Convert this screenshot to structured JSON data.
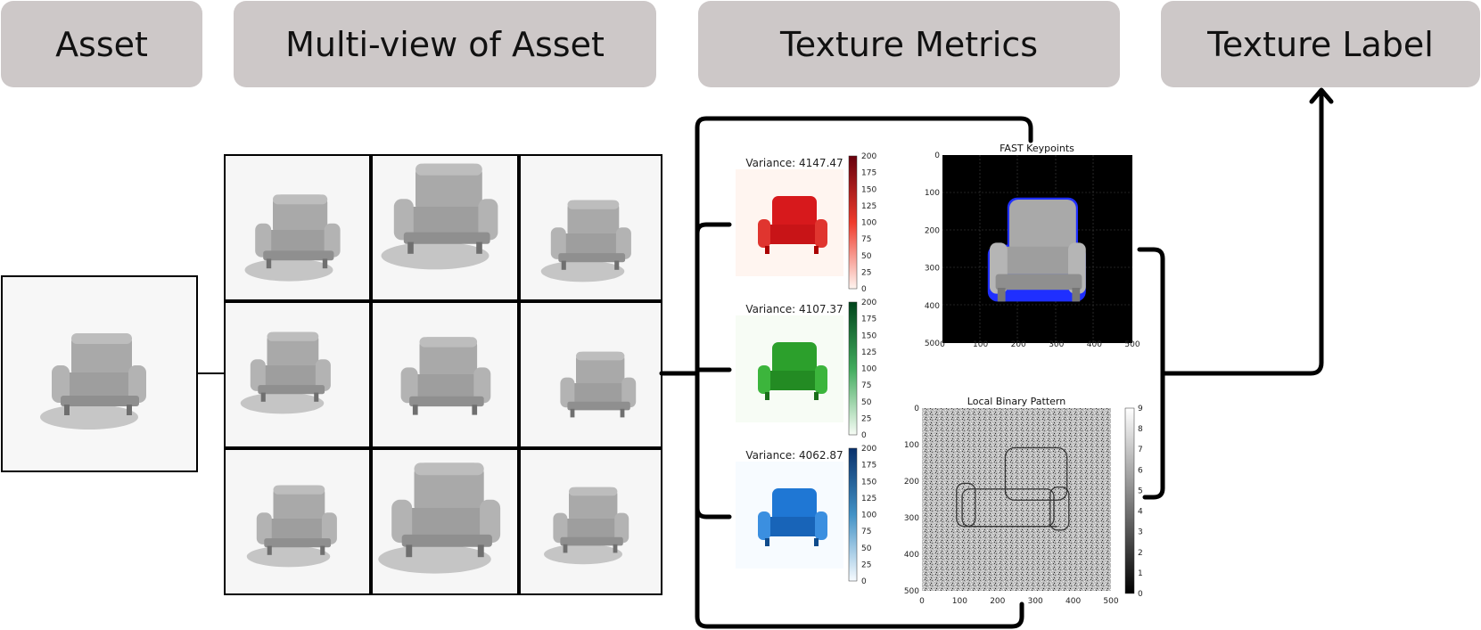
{
  "headers": {
    "asset": "Asset",
    "multiview": "Multi-view of Asset",
    "metrics": "Texture Metrics",
    "label": "Texture Label"
  },
  "variance": [
    {
      "label": "Variance: 4147.47",
      "color": "red",
      "ticks": [
        "200",
        "175",
        "150",
        "125",
        "100",
        "75",
        "50",
        "25",
        "0"
      ]
    },
    {
      "label": "Variance: 4107.37",
      "color": "green",
      "ticks": [
        "200",
        "175",
        "150",
        "125",
        "100",
        "75",
        "50",
        "25",
        "0"
      ]
    },
    {
      "label": "Variance: 4062.87",
      "color": "blue",
      "ticks": [
        "200",
        "175",
        "150",
        "125",
        "100",
        "75",
        "50",
        "25",
        "0"
      ]
    }
  ],
  "fast": {
    "title": "FAST Keypoints",
    "yticks": [
      "0",
      "100",
      "200",
      "300",
      "400",
      "500"
    ],
    "xticks": [
      "0",
      "100",
      "200",
      "300",
      "400",
      "500"
    ]
  },
  "lbp": {
    "title": "Local Binary Pattern",
    "yticks": [
      "0",
      "100",
      "200",
      "300",
      "400",
      "500"
    ],
    "xticks": [
      "0",
      "100",
      "200",
      "300",
      "400",
      "500"
    ],
    "cticks": [
      "9",
      "8",
      "7",
      "6",
      "5",
      "4",
      "3",
      "2",
      "1",
      "0"
    ]
  },
  "colors": {
    "header_bg": "#cdc8c8",
    "red": "#d7191c",
    "green": "#2ca02c",
    "blue": "#1f77d4",
    "fast_points": "#1f2fff"
  }
}
